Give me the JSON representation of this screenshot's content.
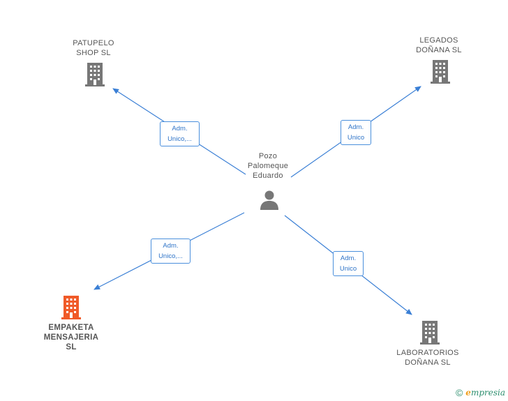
{
  "center": {
    "label_lines": [
      "Pozo",
      "Palomeque",
      "Eduardo"
    ],
    "icon": "person-icon"
  },
  "nodes": [
    {
      "id": "patupelo",
      "label_lines": [
        "PATUPELO",
        "SHOP  SL"
      ],
      "icon": "building-icon",
      "color": "#777777",
      "relation_lines": [
        "Adm.",
        "Unico,..."
      ]
    },
    {
      "id": "legados",
      "label_lines": [
        "LEGADOS",
        "DOÑANA  SL"
      ],
      "icon": "building-icon",
      "color": "#777777",
      "relation_lines": [
        "Adm.",
        "Unico"
      ]
    },
    {
      "id": "empaketa",
      "label_lines": [
        "EMPAKETA",
        "MENSAJERIA",
        "SL"
      ],
      "icon": "building-icon",
      "color": "#f05a28",
      "relation_lines": [
        "Adm.",
        "Unico,..."
      ]
    },
    {
      "id": "laboratorios",
      "label_lines": [
        "LABORATORIOS",
        "DOÑANA  SL"
      ],
      "icon": "building-icon",
      "color": "#777777",
      "relation_lines": [
        "Adm.",
        "Unico"
      ]
    }
  ],
  "colors": {
    "edge": "#3a7fd5",
    "edge_label_text": "#2f74c8",
    "accent_highlight": "#f05a28",
    "brand": "#2e8f6f"
  },
  "footer": {
    "copyright": "©",
    "brand_initial": "e",
    "brand_rest": "mpresia"
  }
}
